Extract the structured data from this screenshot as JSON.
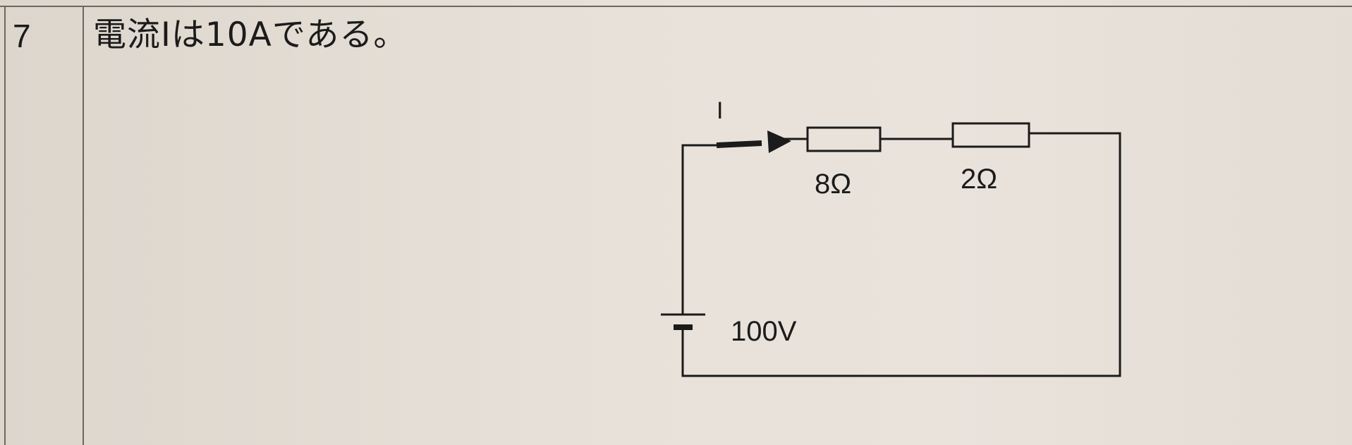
{
  "question": {
    "number": "7",
    "statement": "電流Iは10Aである。"
  },
  "circuit": {
    "current_label": "I",
    "resistors": [
      {
        "label": "8Ω"
      },
      {
        "label": "2Ω"
      }
    ],
    "battery": {
      "label": "100V"
    }
  }
}
